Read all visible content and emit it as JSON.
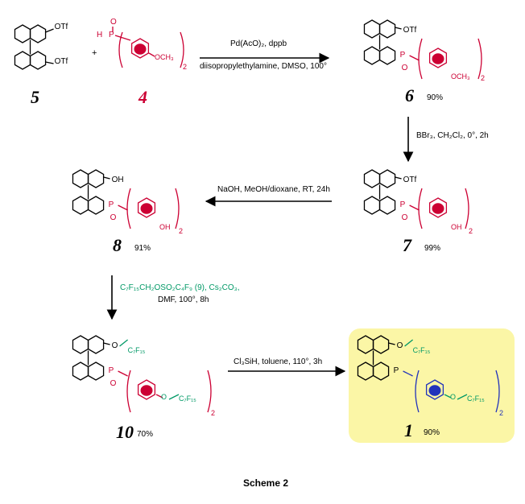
{
  "compounds": {
    "c5": {
      "number": "5"
    },
    "c4": {
      "number": "4"
    },
    "c6": {
      "number": "6",
      "yield": "90%"
    },
    "c7": {
      "number": "7",
      "yield": "99%"
    },
    "c8": {
      "number": "8",
      "yield": "91%"
    },
    "c10": {
      "number": "10",
      "yield": "70%"
    },
    "c1": {
      "number": "1",
      "yield": "90%"
    }
  },
  "conditions": {
    "step1_top": "Pd(AcO)₂, dppb",
    "step1_bottom": "diisopropylethylamine, DMSO, 100°",
    "step2": "BBr₃, CH₂Cl₂, 0°, 2h",
    "step3": "NaOH, MeOH/dioxane, RT, 24h",
    "step4_top": "C₇F₁₅CH₂OSO₂C₄F₉ (9), Cs₂CO₃,",
    "step4_bottom": "DMF, 100°, 8h",
    "step5": "Cl₃SiH, toluene, 110°, 3h"
  },
  "atoms": {
    "otf": "OTf",
    "oh": "OH",
    "o": "O",
    "p": "P",
    "h": "H",
    "och3": "OCH₃",
    "c7f15": "C₇F₁₅",
    "plus": "+",
    "sub2": "2"
  },
  "caption": "Scheme 2",
  "colors": {
    "reagent_red": "#cc0033",
    "fluorous_green": "#009966",
    "highlight": "#fbf6a6",
    "phenyl_blue": "#2233bb"
  }
}
